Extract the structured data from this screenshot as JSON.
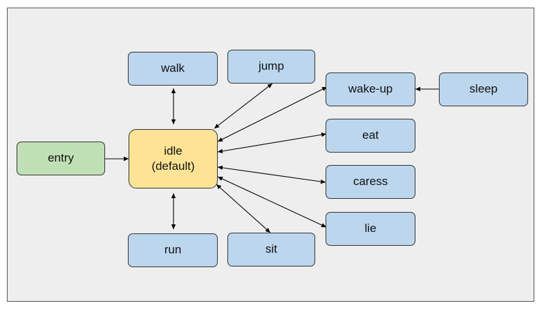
{
  "colors": {
    "state": "#bcd6ee",
    "entry": "#bfe0b4",
    "default": "#fde396",
    "line": "#000000"
  },
  "nodes": {
    "walk": "walk",
    "jump": "jump",
    "wake_up": "wake-up",
    "sleep": "sleep",
    "entry": "entry",
    "idle": "idle\n(default)",
    "eat": "eat",
    "caress": "caress",
    "lie": "lie",
    "run": "run",
    "sit": "sit"
  },
  "edges": [
    {
      "from": "entry",
      "to": "idle",
      "dir": "forward"
    },
    {
      "from": "sleep",
      "to": "wake_up",
      "dir": "forward"
    },
    {
      "from": "walk",
      "to": "idle",
      "dir": "both"
    },
    {
      "from": "run",
      "to": "idle",
      "dir": "both"
    },
    {
      "from": "jump",
      "to": "idle",
      "dir": "both"
    },
    {
      "from": "wake_up",
      "to": "idle",
      "dir": "both"
    },
    {
      "from": "eat",
      "to": "idle",
      "dir": "both"
    },
    {
      "from": "caress",
      "to": "idle",
      "dir": "both"
    },
    {
      "from": "lie",
      "to": "idle",
      "dir": "both"
    },
    {
      "from": "sit",
      "to": "idle",
      "dir": "both"
    }
  ]
}
